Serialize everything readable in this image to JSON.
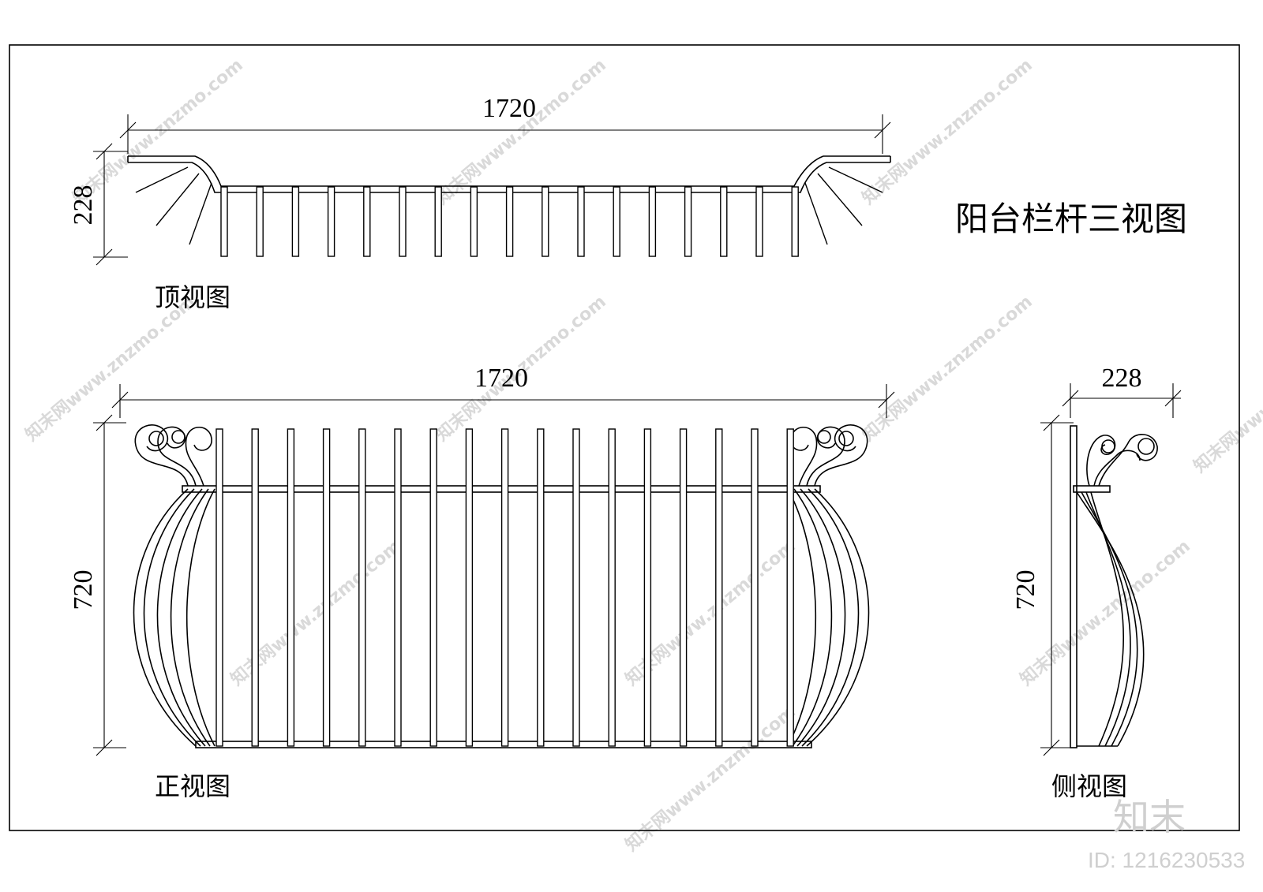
{
  "drawing_title": "阳台栏杆三视图",
  "views": {
    "top": {
      "label": "顶视图",
      "width_dim": "1720",
      "depth_dim": "228"
    },
    "front": {
      "label": "正视图",
      "width_dim": "1720",
      "height_dim": "720"
    },
    "side": {
      "label": "侧视图",
      "width_dim": "228",
      "height_dim": "720"
    }
  },
  "watermark": {
    "text": "知末网www.znzmo.com",
    "brand": "知末",
    "id_label": "ID: 1216230533"
  },
  "colors": {
    "line": "#000000",
    "watermark": "#d9d9d9"
  }
}
